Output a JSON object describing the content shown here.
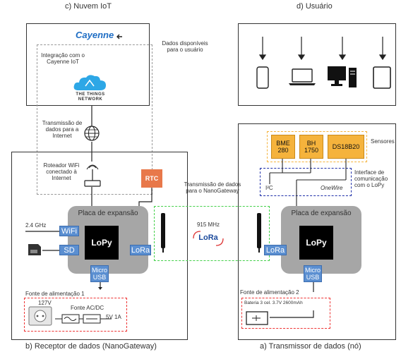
{
  "sections": {
    "cloud_title": "c) Nuvem IoT",
    "user_title": "d) Usuário",
    "receiver_title": "b) Receptor de dados (NanoGateway)",
    "transmitter_title": "a) Transmissor de dados (nó)"
  },
  "cloud": {
    "cayenne_logo": "Cayenne",
    "integration": "Integração com o Cayenne IoT",
    "ttn_logo": "THE THINGS NETWORK",
    "internet_tx": "Transmissão de dados para a Internet",
    "router": "Roteador WiFi conectado à Internet"
  },
  "user": {
    "data_available": "Dados disponíveis para o usuário",
    "devices": [
      "smartphone-icon",
      "laptop-icon",
      "desktop-icon",
      "tablet-icon"
    ]
  },
  "receiver": {
    "wifi_freq": "2.4 GHz",
    "rtc": "RTC",
    "board": "Placa de expansão",
    "chip": "LoPy",
    "wifi": "WiFi",
    "sd": "SD",
    "lora": "LoRa",
    "usb": "Micro USB",
    "power_title": "Fonte de alimentação 1",
    "voltage_in": "127V",
    "converter": "Fonte AC/DC",
    "voltage_out": "5V 1A"
  },
  "link": {
    "label": "Transmissão de dados para o NanoGateway",
    "freq": "915 MHz",
    "lora_logo": "LoRa"
  },
  "transmitter": {
    "sensors_label": "Sensores",
    "sensors": [
      "BME 280",
      "BH 1750",
      "DS18B20"
    ],
    "interface_label": "Interface de comunicação com o LoPy",
    "i2c": "I²C",
    "onewire": "OneWire",
    "board": "Placa de expansão",
    "chip": "LoPy",
    "lora": "LoRa",
    "usb": "Micro USB",
    "power_title": "Fonte de alimentação 2",
    "battery": "Bateria 3 cel. 3.7V 2600mAh"
  },
  "colors": {
    "board": "#a6a6a6",
    "port": "#5b8fd1",
    "sensor": "#f5b33c",
    "rtc": "#e8784a",
    "link_border": "#44d04a",
    "interface_border": "#1d2ea8",
    "power_border": "#ee3333"
  }
}
